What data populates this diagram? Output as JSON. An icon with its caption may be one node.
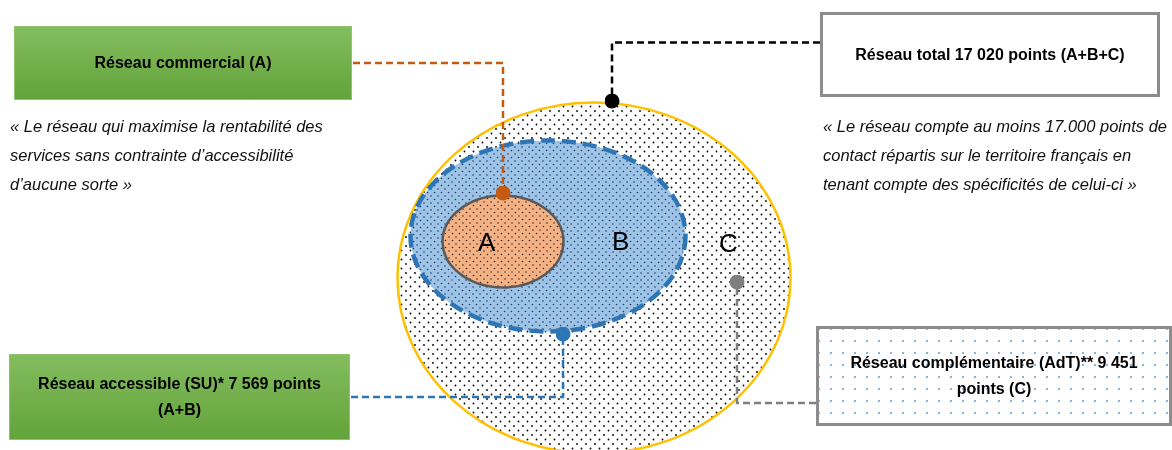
{
  "diagram": {
    "nodes": [
      {
        "text": [
          "Réseau commercial (A)"
        ],
        "beside": [
          "« Le réseau qui maximise la rentabilité des services sans contrainte d’accessibilité d’aucune sorte »"
        ]
      },
      {
        "text": [
          "Réseau total 17 020 points (A+B+C)"
        ],
        "beside": [
          "« Le réseau compte au moins 17.000 points de contact répartis sur le territoire français en tenant compte des spécificités de celui-ci »"
        ]
      },
      {
        "text": [
          "Réseau accessible (SU)* 7 569 points (A+B)"
        ]
      },
      {
        "text": [
          "Réseau complémentaire (AdT)** 9 451 points (C)"
        ]
      },
      {
        "text": [
          "C"
        ]
      },
      {
        "text": [
          "B"
        ],
        "in": 4
      },
      {
        "text": [
          "A"
        ],
        "in": 5
      }
    ],
    "edges": [
      {
        "from": 0,
        "to": 6,
        "arrow": "other",
        "style": "dashed",
        "color": "#c55a11"
      },
      {
        "from": 1,
        "to": 4,
        "arrow": "other",
        "style": "dashed",
        "color": "#000000"
      },
      {
        "from": 2,
        "to": 5,
        "arrow": "other",
        "style": "dashed",
        "color": "#2e75b6"
      },
      {
        "from": 3,
        "to": 4,
        "arrow": "other",
        "style": "dashed",
        "color": "#7f7f7f"
      }
    ]
  }
}
